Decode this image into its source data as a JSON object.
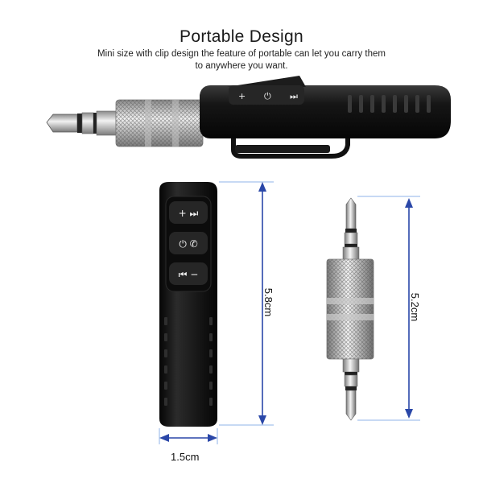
{
  "header": {
    "title": "Portable Design",
    "subtitle_line1": "Mini size with clip design the feature of portable can let you carry them",
    "subtitle_line2": "to anywhere you want."
  },
  "device": {
    "buttons": {
      "top": "+ ⏭",
      "middle": "⏻ ✆",
      "bottom": "⏮ −"
    }
  },
  "dimensions": {
    "device_height": "5.8cm",
    "device_width": "1.5cm",
    "cable_height": "5.2cm"
  },
  "colors": {
    "dimension_line": "#2a47a8",
    "guide_line": "#8fb3e8",
    "device_body": "#141414"
  }
}
